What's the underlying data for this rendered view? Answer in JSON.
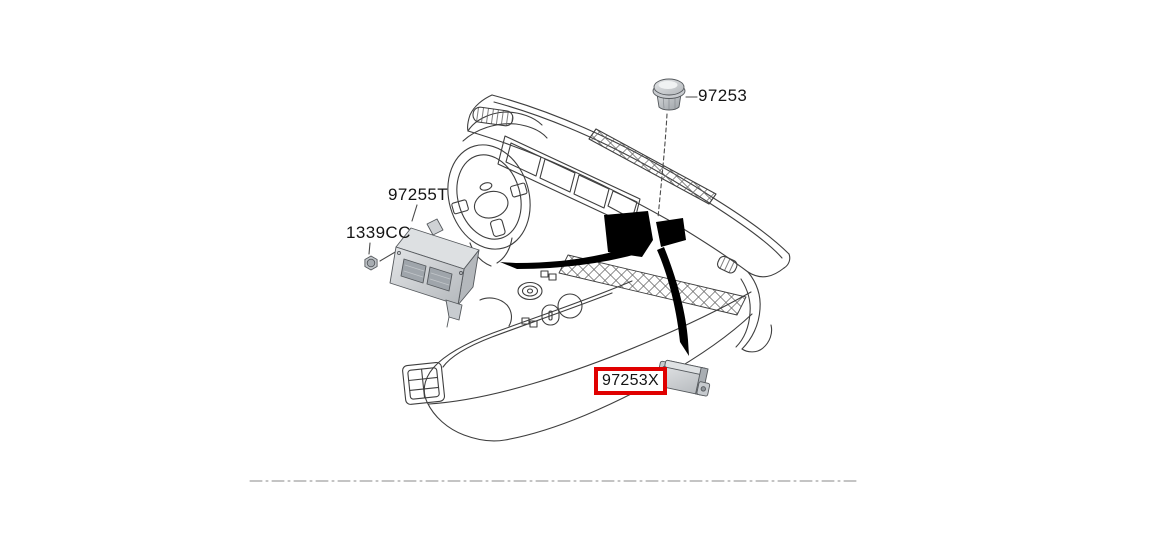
{
  "diagram": {
    "kind": "exploded-parts-diagram",
    "subject": "vehicle dashboard and floor console with heater control and sensors",
    "callouts": [
      {
        "id": "97253",
        "label": "97253",
        "highlighted": false
      },
      {
        "id": "97255T",
        "label": "97255T",
        "highlighted": false
      },
      {
        "id": "1339CC",
        "label": "1339CC",
        "highlighted": false
      },
      {
        "id": "97253X",
        "label": "97253X",
        "highlighted": true
      }
    ],
    "colors": {
      "highlight_box": "#e00000",
      "line_art": "#3f3f3f",
      "label_text": "#141414",
      "background": "#ffffff"
    }
  }
}
